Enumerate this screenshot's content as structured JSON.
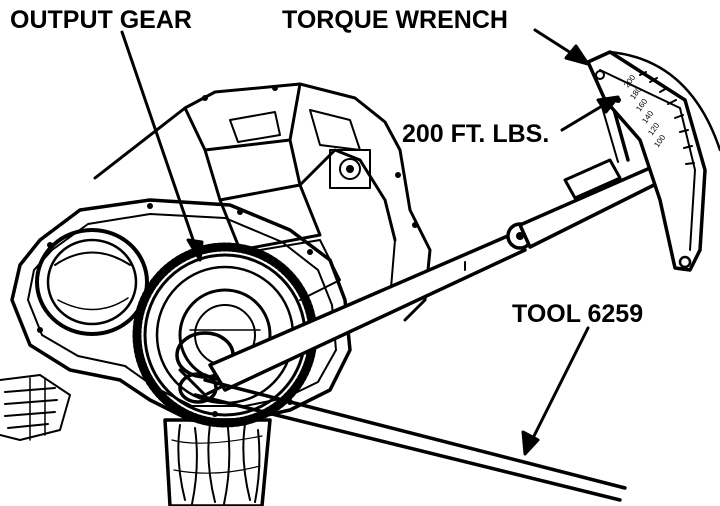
{
  "labels": {
    "output_gear": "OUTPUT GEAR",
    "torque_wrench": "TORQUE WRENCH",
    "torque_value": "200 FT. LBS.",
    "tool": "TOOL 6259"
  },
  "dial_marks": [
    "200",
    "180",
    "160",
    "140",
    "120",
    "100"
  ],
  "colors": {
    "ink": "#000000",
    "paper": "#ffffff"
  }
}
